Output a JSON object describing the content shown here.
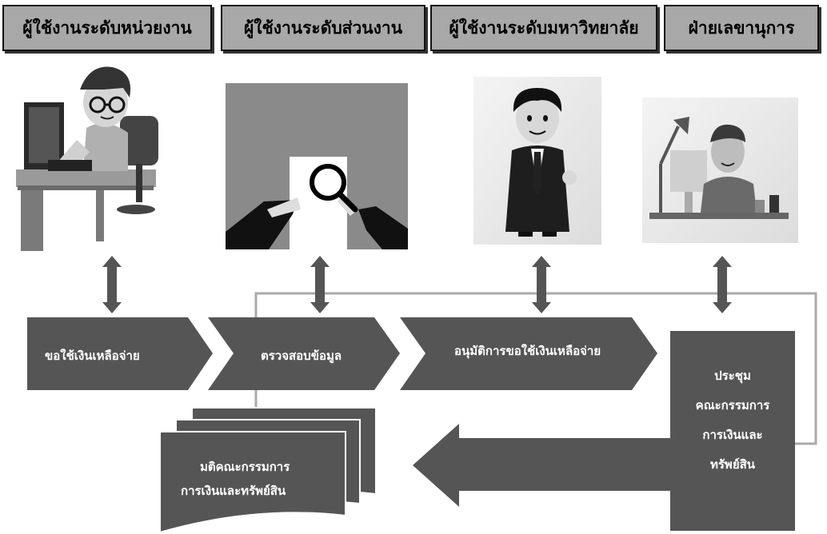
{
  "headers": [
    "ผู้ใช้งานระดับหน่วยงาน",
    "ผู้ใช้งานระดับส่วนงาน",
    "ผู้ใช้งานระดับมหาวิทยาลัย",
    "ฝ่ายเลขานุการ"
  ],
  "steps": {
    "request": "ขอใช้เงินเหลือจ่าย",
    "verify": "ตรวจสอบข้อมูล",
    "approve": "อนุมัติการขอใช้เงินเหลือจ่าย"
  },
  "meeting": {
    "line1": "ประชุม",
    "line2": "คณะกรรมการ",
    "line3": "การเงินและ",
    "line4": "ทรัพย์สิน"
  },
  "resolution": {
    "line1": "มติคณะกรรมการ",
    "line2": "การเงินและทรัพย์สิน"
  },
  "colors": {
    "shape_fill": "#555555",
    "header_fill": "#a8a8a8",
    "line": "#aaaaaa"
  },
  "icons": [
    "office-worker-computer-icon",
    "document-magnifier-icon",
    "businessman-thumbs-up-icon",
    "secretary-desk-icon"
  ]
}
